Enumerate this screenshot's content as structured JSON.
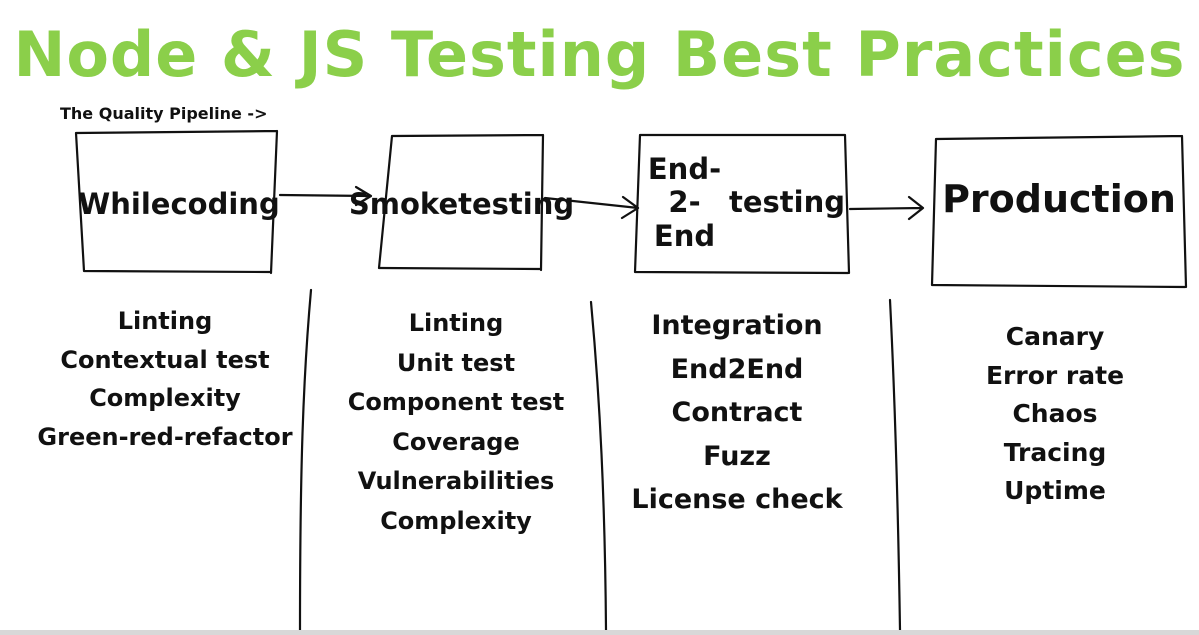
{
  "title": "Node & JS Testing Best Practices",
  "subtitle": "The Quality Pipeline ->",
  "stages": [
    {
      "label_lines": [
        "While",
        "coding"
      ],
      "items": [
        "Linting",
        "Contextual test",
        "Complexity",
        "Green-red-refactor"
      ]
    },
    {
      "label_lines": [
        "Smoke",
        "testing"
      ],
      "items": [
        "Linting",
        "Unit test",
        "Component test",
        "Coverage",
        "Vulnerabilities",
        "Complexity"
      ]
    },
    {
      "label_lines": [
        "End-2-End",
        "testing"
      ],
      "items": [
        "Integration",
        "End2End",
        "Contract",
        "Fuzz",
        "License check"
      ]
    },
    {
      "label_lines": [
        "Production"
      ],
      "items": [
        "Canary",
        "Error rate",
        "Chaos",
        "Tracing",
        "Uptime"
      ]
    }
  ],
  "colors": {
    "title": "#8bcf4a",
    "ink": "#111111"
  }
}
